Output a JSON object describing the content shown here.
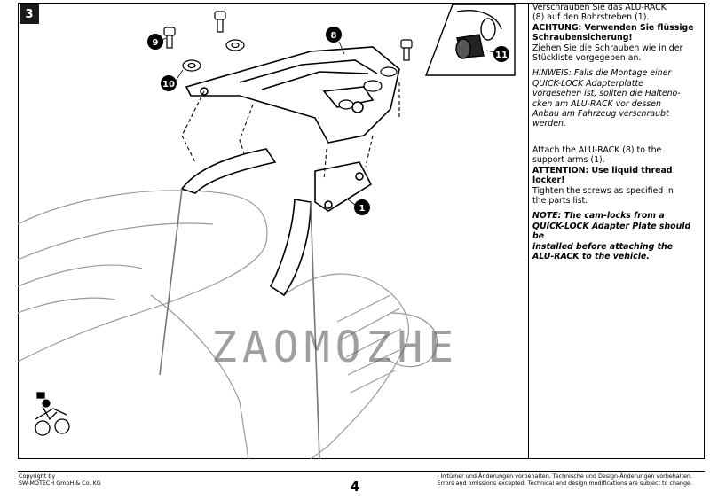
{
  "step_number": "3",
  "callouts": {
    "c1": "1",
    "c8": "8",
    "c9": "9",
    "c10": "10",
    "c11": "11"
  },
  "german": {
    "line1": "Verschrauben Sie das ALU-RACK",
    "line2": "(8) auf den Rohrstreben (1).",
    "attention1": "ACHTUNG: Verwenden Sie flüssige",
    "attention2": "Schraubensicherung!",
    "line3": "Ziehen Sie die Schrauben wie in der",
    "line4": "Stückliste vorgegeben an.",
    "hint1": "HINWEIS: Falls die Montage einer",
    "hint2": "QUICK-LOCK Adapterplatte",
    "hint3": "vorgesehen ist, sollten die Halteno-",
    "hint4": "cken am ALU-RACK vor dessen",
    "hint5": "Anbau am Fahrzeug verschraubt",
    "hint6": "werden."
  },
  "english": {
    "line1": "Attach the ALU-RACK (8) to the",
    "line2": "support arms (1).",
    "attention1": "ATTENTION: Use liquid thread",
    "attention2": "locker!",
    "line3": "Tighten the screws as specified in",
    "line4": "the parts list.",
    "note1": "NOTE: The cam-locks from a",
    "note2": "QUICK-LOCK Adapter Plate should be",
    "note3": "installed before attaching the",
    "note4": "ALU-RACK to the vehicle."
  },
  "footer": {
    "copyright1": "Copyright by",
    "copyright2": "SW-MOTECH GmbH & Co. KG",
    "page_number": "4",
    "disclaimer1": "Irrtümer und Änderungen vorbehalten. Technische und Design-Änderungen vorbehalten.",
    "disclaimer2": "Errors and omissions excepted. Technical and design modifications are subject to change."
  },
  "watermark": "ZAOMOZHE"
}
